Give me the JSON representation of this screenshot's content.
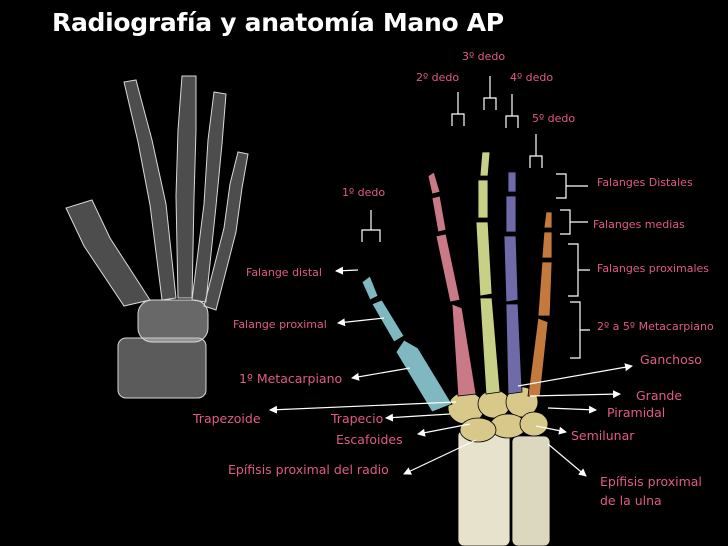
{
  "title": "Radiografía y anatomía Mano AP",
  "label_color": "#e05a8a",
  "bone_colors": {
    "thumb": "#7fb8c0",
    "index": "#c97a86",
    "middle": "#c8cf86",
    "ring": "#6f6aa8",
    "little": "#c47a3c",
    "carpals": "#d8c98a",
    "radius_ulna": "#e6e2cc"
  },
  "labels": {
    "dedo3": "3º dedo",
    "dedo2": "2º dedo",
    "dedo4": "4º dedo",
    "dedo5": "5º dedo",
    "dedo1": "1º dedo",
    "falanges_distales": "Falanges Distales",
    "falanges_medias": "Falanges medias",
    "falanges_proximales": "Falanges proximales",
    "metacarpianos_2_5": "2º a 5º Metacarpiano",
    "falange_distal": "Falange distal",
    "falange_proximal": "Falange proximal",
    "metacarpiano_1": "1º Metacarpiano",
    "ganchoso": "Ganchoso",
    "grande": "Grande",
    "piramidal": "Piramidal",
    "semilunar": "Semilunar",
    "trapezoide": "Trapezoide",
    "trapecio": "Trapecio",
    "escafoides": "Escafoides",
    "epifisis_radio": "Epífisis proximal del radio",
    "epifisis_ulna_1": "Epífisis proximal",
    "epifisis_ulna_2": "de la ulna"
  }
}
